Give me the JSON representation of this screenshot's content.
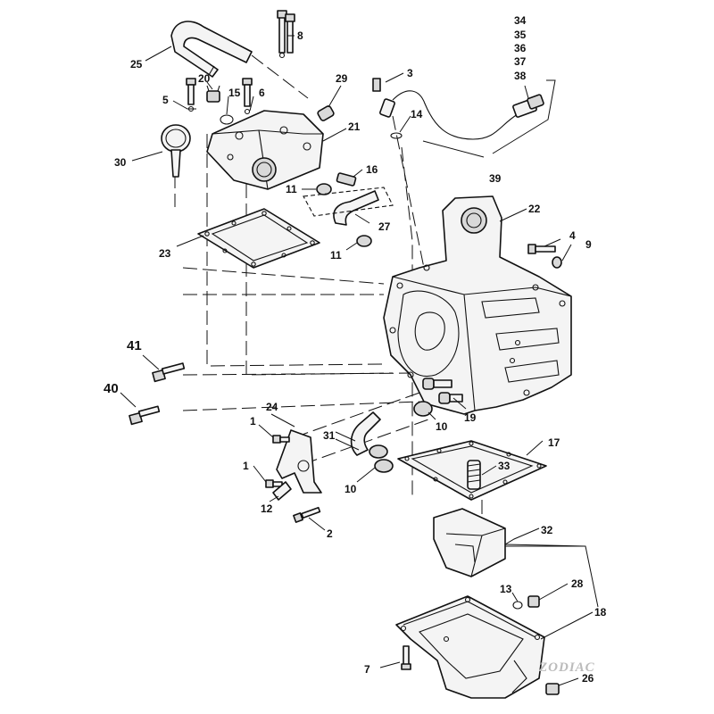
{
  "callouts": {
    "c1a": "1",
    "c1b": "1",
    "c2": "2",
    "c3": "3",
    "c4": "4",
    "c5": "5",
    "c6": "6",
    "c7": "7",
    "c8": "8",
    "c9": "9",
    "c10a": "10",
    "c10b": "10",
    "c11a": "11",
    "c11b": "11",
    "c12": "12",
    "c13": "13",
    "c14": "14",
    "c15": "15",
    "c16": "16",
    "c17": "17",
    "c18": "18",
    "c19": "19",
    "c20": "20",
    "c21": "21",
    "c22": "22",
    "c23": "23",
    "c24": "24",
    "c25": "25",
    "c26": "26",
    "c27": "27",
    "c28": "28",
    "c29": "29",
    "c30": "30",
    "c31": "31",
    "c32": "32",
    "c33": "33",
    "c34": "34",
    "c35": "35",
    "c36": "36",
    "c37": "37",
    "c38": "38",
    "c39": "39",
    "c40": "40",
    "c41": "41"
  },
  "watermark": "ZODIAC"
}
